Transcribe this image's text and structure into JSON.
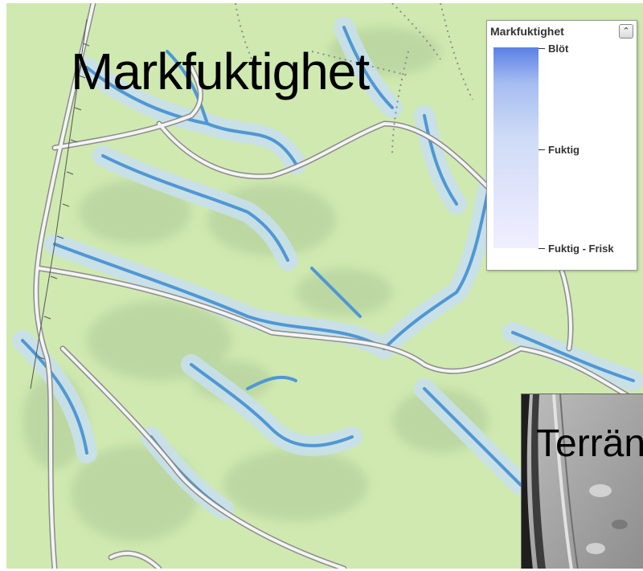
{
  "map": {
    "title": "Markfuktighet",
    "colors": {
      "land": "#cfe9b0",
      "wet_halo": "#c8e0ec",
      "stream": "#4f97d6",
      "road": "#f4f4f4",
      "road_edge": "#8c8c8c",
      "relief_shadow": "#9bb88a"
    }
  },
  "inset": {
    "title": "Terräng"
  },
  "legend": {
    "title": "Markfuktighet",
    "collapse_icon": "double-chevron-up-icon",
    "classes": [
      {
        "label": "Blöt",
        "color": "#5b80e6"
      },
      {
        "label": "Fuktig",
        "color": "#cfdcf7"
      },
      {
        "label": "Fuktig - Frisk",
        "color": "#f1efff"
      }
    ]
  }
}
